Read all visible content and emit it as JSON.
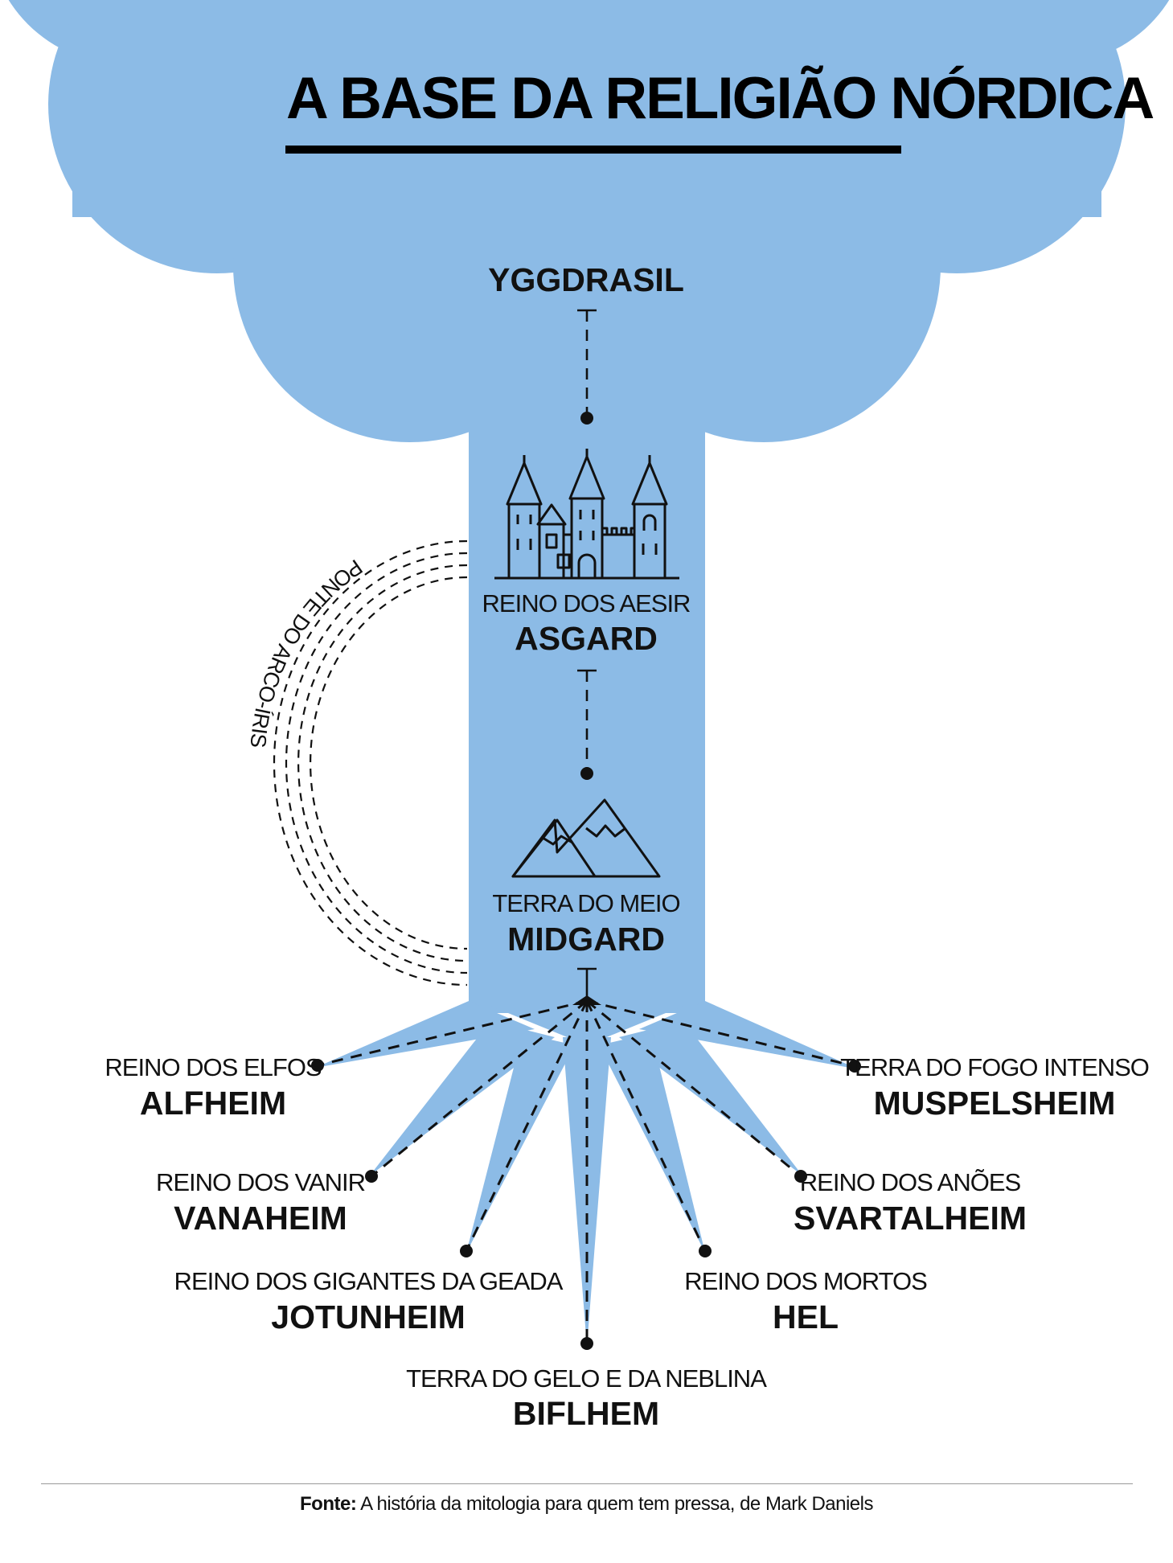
{
  "title": "A BASE DA RELIGIÃO NÓRDICA",
  "colors": {
    "tree": "#8cbbe6",
    "ink": "#111111"
  },
  "tree": {
    "name": "YGGDRASIL"
  },
  "bridge": {
    "label": "PONTE DO ARCO-ÍRIS"
  },
  "realms": {
    "asgard": {
      "sub": "REINO DOS AESIR",
      "name": "ASGARD",
      "icon": "castle-icon"
    },
    "midgard": {
      "sub": "TERRA DO MEIO",
      "name": "MIDGARD",
      "icon": "mountains-icon"
    },
    "alfheim": {
      "sub": "REINO DOS ELFOS",
      "name": "ALFHEIM"
    },
    "vanaheim": {
      "sub": "REINO DOS VANIR",
      "name": "VANAHEIM"
    },
    "jotunheim": {
      "sub": "REINO DOS GIGANTES DA GEADA",
      "name": "JOTUNHEIM"
    },
    "biflhem": {
      "sub": "TERRA DO GELO E DA NEBLINA",
      "name": "BIFLHEM"
    },
    "hel": {
      "sub": "REINO DOS MORTOS",
      "name": "HEL"
    },
    "svartalheim": {
      "sub": "REINO DOS ANÕES",
      "name": "SVARTALHEIM"
    },
    "muspelsheim": {
      "sub": "TERRA DO FOGO INTENSO",
      "name": "MUSPELSHEIM"
    }
  },
  "source": {
    "label": "Fonte:",
    "text": " A história da mitologia para quem tem pressa, de Mark Daniels"
  }
}
